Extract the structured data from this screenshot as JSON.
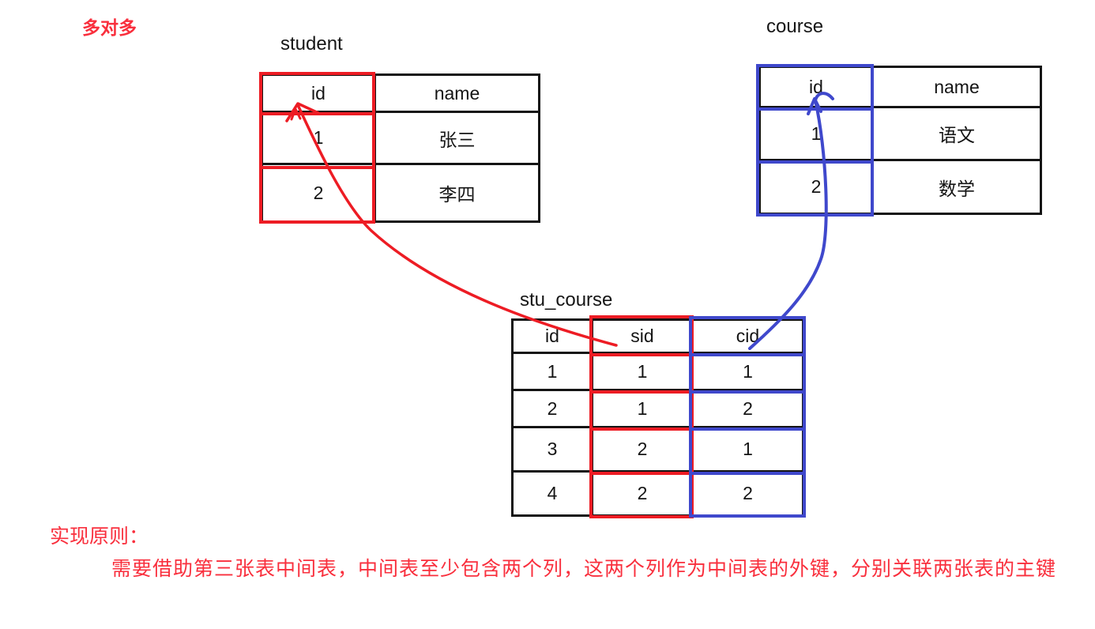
{
  "topic": "多对多",
  "tables": {
    "student": {
      "name": "student",
      "headers": [
        "id",
        "name"
      ],
      "rows": [
        [
          "1",
          "张三"
        ],
        [
          "2",
          "李四"
        ]
      ],
      "highlighted_column": "id",
      "highlight_color": "red"
    },
    "course": {
      "name": "course",
      "headers": [
        "id",
        "name"
      ],
      "rows": [
        [
          "1",
          "语文"
        ],
        [
          "2",
          "数学"
        ]
      ],
      "highlighted_column": "id",
      "highlight_color": "blue"
    },
    "stu_course": {
      "name": "stu_course",
      "headers": [
        "id",
        "sid",
        "cid"
      ],
      "rows": [
        [
          "1",
          "1",
          "1"
        ],
        [
          "2",
          "1",
          "2"
        ],
        [
          "3",
          "2",
          "1"
        ],
        [
          "4",
          "2",
          "2"
        ]
      ],
      "highlighted_columns": [
        "sid",
        "cid"
      ]
    }
  },
  "relations": [
    {
      "from": "stu_course.sid",
      "to": "student.id",
      "color": "red"
    },
    {
      "from": "stu_course.cid",
      "to": "course.id",
      "color": "blue"
    }
  ],
  "principle": {
    "heading": "实现原则：",
    "text": "需要借助第三张表中间表，中间表至少包含两个列，这两个列作为中间表的外键，分别关联两张表的主键"
  },
  "colors": {
    "red": "#ed1c24",
    "blue": "#3f48cc",
    "text_red": "#f92f3d"
  }
}
